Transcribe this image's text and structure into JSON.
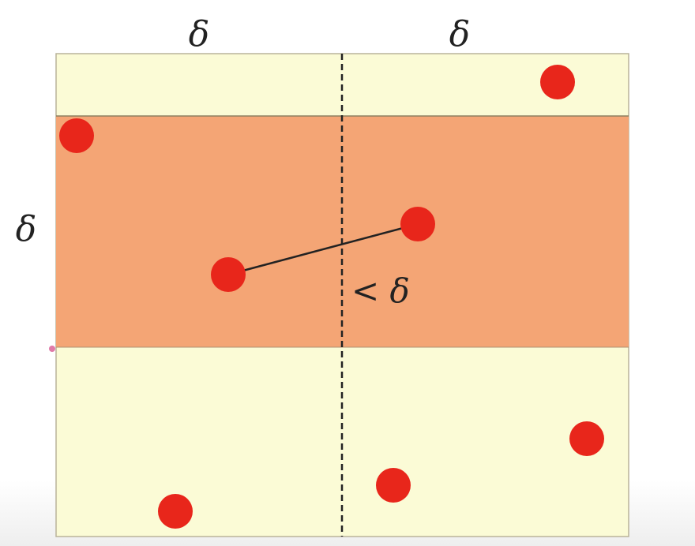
{
  "labels": {
    "delta_top_left": "δ",
    "delta_top_right": "δ",
    "delta_side": "δ",
    "distance_label": "< δ"
  },
  "colors": {
    "outer_region": "#fbfbd6",
    "strip_region": "#f4a575",
    "point": "#e8261b",
    "divider": "#222222",
    "border": "#b9b39a"
  }
}
